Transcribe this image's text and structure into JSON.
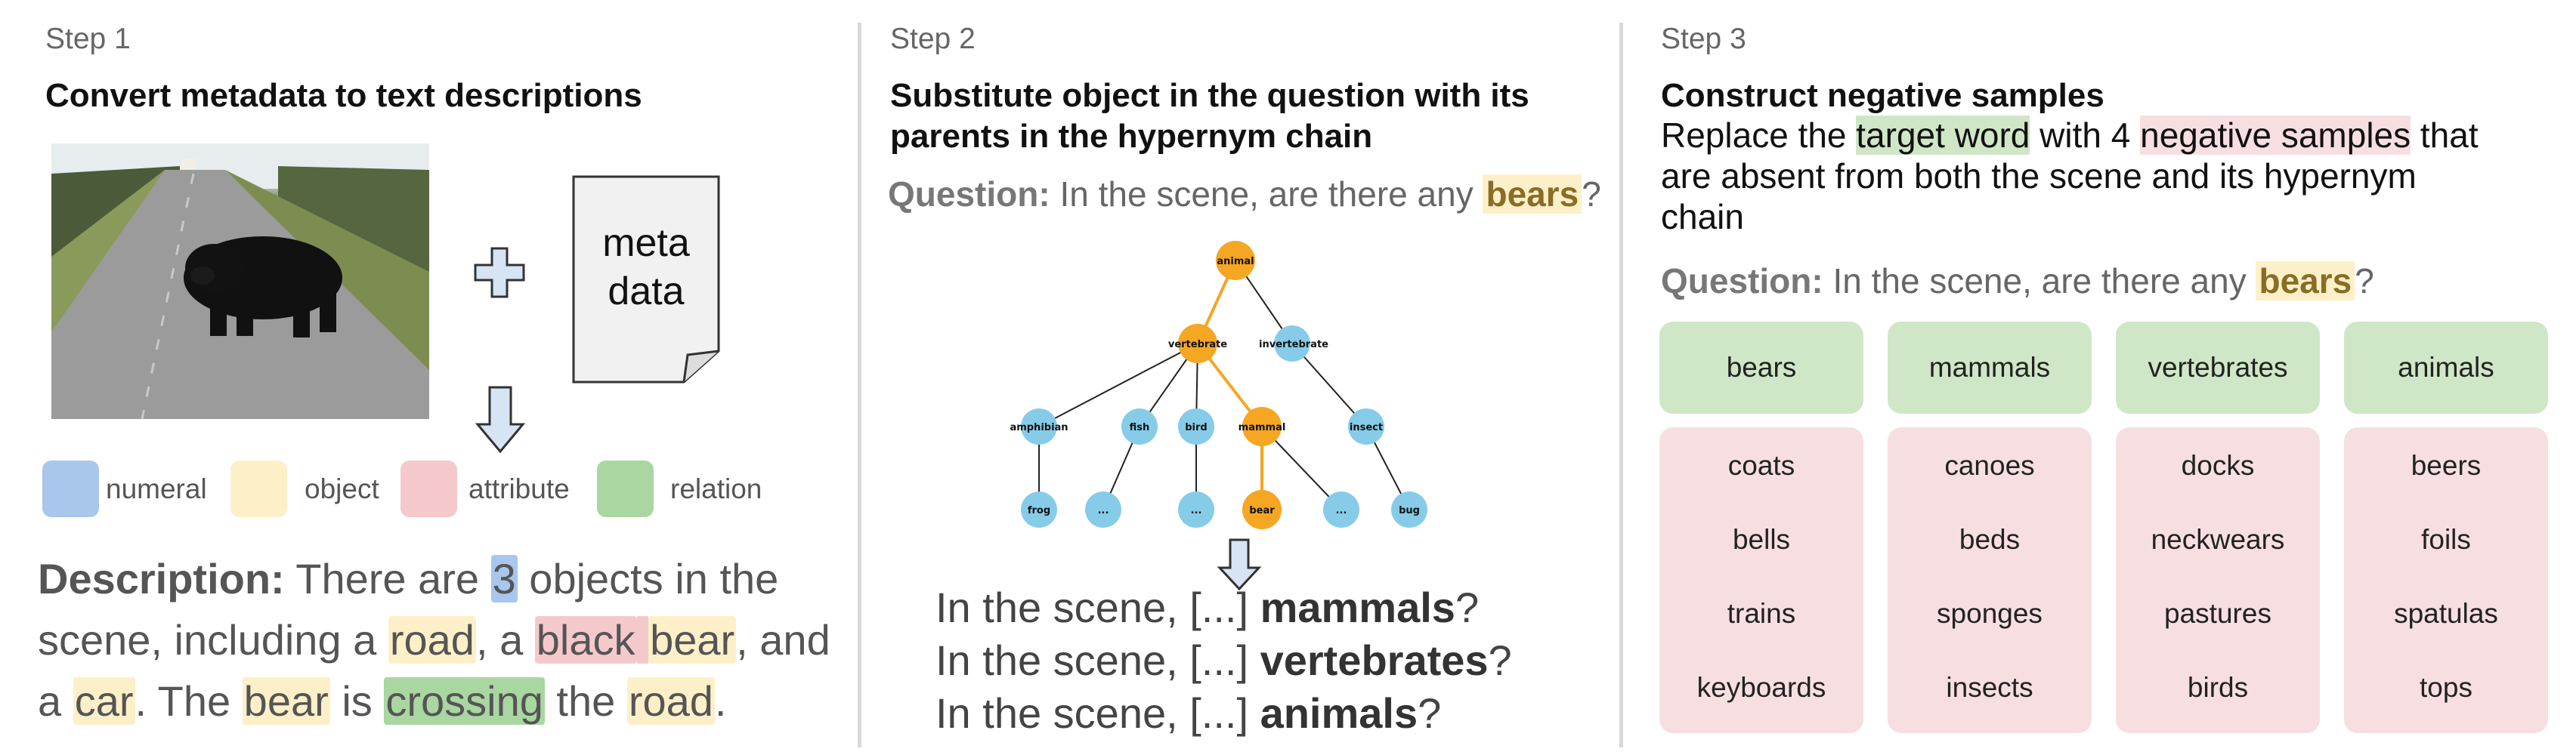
{
  "step1": {
    "step_label": "Step 1",
    "heading": "Convert metadata to text descriptions",
    "doc_text_1": "meta",
    "doc_text_2": "data",
    "legend": [
      {
        "label": "numeral",
        "color": "#a9c6ec"
      },
      {
        "label": "object",
        "color": "#fdf0c9"
      },
      {
        "label": "attribute",
        "color": "#f5c9cc"
      },
      {
        "label": "relation",
        "color": "#a9d6a1"
      }
    ],
    "description": {
      "prefix": "Description:",
      "t1": " There are ",
      "num": "3",
      "t2": " objects in the scene, including a ",
      "obj1": "road",
      "t3": ", a ",
      "attr": "black",
      "t4": " ",
      "obj2": "bear",
      "t5": ", and a ",
      "obj3": "car",
      "t6": ". The ",
      "obj4": "bear",
      "t7": " is ",
      "rel": "crossing",
      "t8": " the ",
      "obj5": "road",
      "t9": "."
    }
  },
  "step2": {
    "step_label": "Step 2",
    "heading_line1": "Substitute object in the question with its",
    "heading_line2": "parents in the hypernym chain",
    "question_prefix": "Question:",
    "question_text": " In the scene, are there any ",
    "question_word": "bears",
    "question_end": "?",
    "tree": {
      "nodes": {
        "animal": "animal",
        "vertebrate": "vertebrate",
        "invertebrate": "invertebrate",
        "amphibian": "amphibian",
        "fish": "fish",
        "bird": "bird",
        "mammal": "mammal",
        "insect": "insect",
        "frog": "frog",
        "dots1": "...",
        "dots2": "...",
        "bear": "bear",
        "dots3": "...",
        "bug": "bug"
      },
      "highlight_color": "#f5a623",
      "node_color": "#86cce8"
    },
    "substitutions": [
      {
        "prefix": "In the scene, [...] ",
        "word": "mammals",
        "end": "?"
      },
      {
        "prefix": "In the scene, [...] ",
        "word": "vertebrates",
        "end": "?"
      },
      {
        "prefix": "In the scene, [...] ",
        "word": "animals",
        "end": "?"
      }
    ]
  },
  "step3": {
    "step_label": "Step 3",
    "heading": "Construct negative samples",
    "text_1": "Replace the ",
    "target": "target word",
    "text_2": " with 4 ",
    "negative": "negative samples",
    "text_3": " that are absent from both the scene and its hypernym chain",
    "question_prefix": "Question:",
    "question_text": " In the scene, are there any ",
    "question_word": "bears",
    "question_end": "?",
    "columns": [
      {
        "target": "bears",
        "negatives": [
          "coats",
          "bells",
          "trains",
          "keyboards"
        ]
      },
      {
        "target": "mammals",
        "negatives": [
          "canoes",
          "beds",
          "sponges",
          "insects"
        ]
      },
      {
        "target": "vertebrates",
        "negatives": [
          "docks",
          "neckwears",
          "pastures",
          "birds"
        ]
      },
      {
        "target": "animals",
        "negatives": [
          "beers",
          "foils",
          "spatulas",
          "tops"
        ]
      }
    ]
  }
}
